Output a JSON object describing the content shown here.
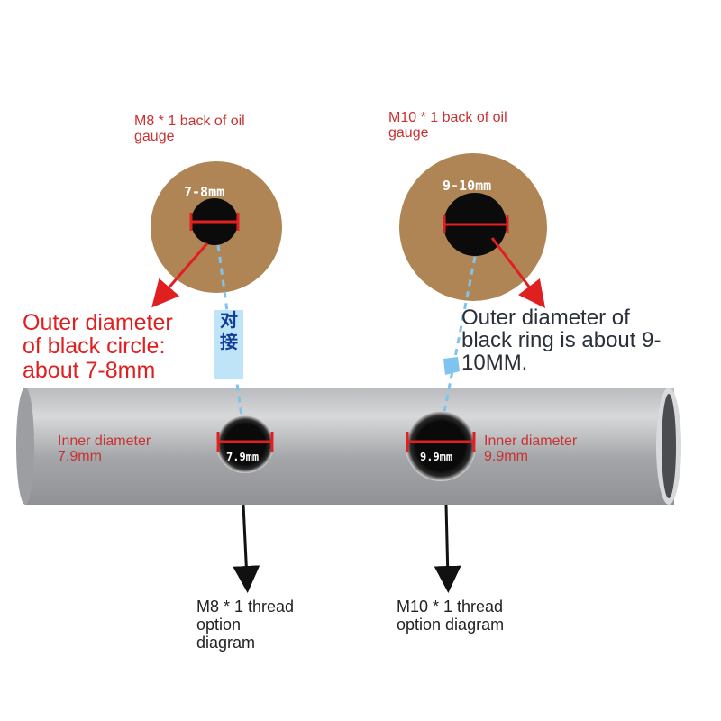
{
  "left": {
    "title": "M8 * 1 back of oil\ngauge",
    "disc_label": "7-8mm",
    "badge": "对\n接",
    "outer_note": "Outer diameter\nof black circle:\nabout 7-8mm",
    "inner_note": "Inner diameter\n7.9mm",
    "hole_label": "7.9mm",
    "thread_note": "M8 * 1 thread\noption\ndiagram"
  },
  "right": {
    "title": "M10 * 1 back of oil\ngauge",
    "disc_label": "9-10mm",
    "outer_note": "Outer diameter of\nblack ring is about 9-\n10MM.",
    "inner_note": "Inner diameter\n9.9mm",
    "hole_label": "9.9mm",
    "thread_note": "M10 * 1 thread\noption diagram"
  },
  "colors": {
    "brass": "#b08555",
    "red": "#e02020",
    "dashed_blue": "#7ec4ef",
    "pipe": "#a7a9ac"
  }
}
